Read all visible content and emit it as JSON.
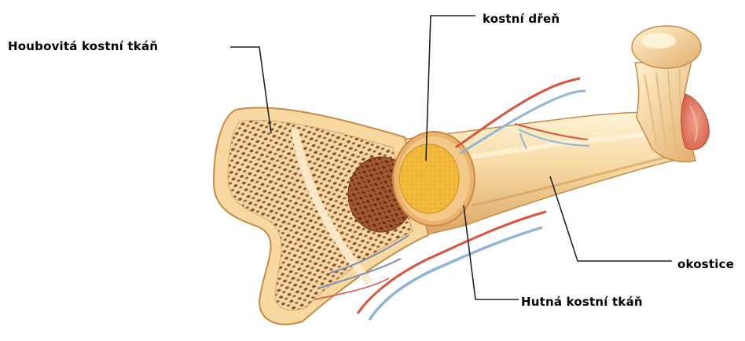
{
  "labels": {
    "spongy_bone": "Houbovitá kostní tkáň",
    "bone_marrow": "kostní dřeň",
    "periosteum": "okostice",
    "compact_bone": "Hutná kostní tkáň"
  },
  "colors": {
    "bone_light": "#fbe9c4",
    "bone_mid": "#efc68a",
    "bone_dark": "#c98a45",
    "spongy_pore": "#8a5327",
    "marrow_yellow": "#f2b83a",
    "artery_red": "#d9533e",
    "vein_blue": "#8fb4d6",
    "cartilage_pink": "#e98070",
    "leader_line": "#222222"
  }
}
